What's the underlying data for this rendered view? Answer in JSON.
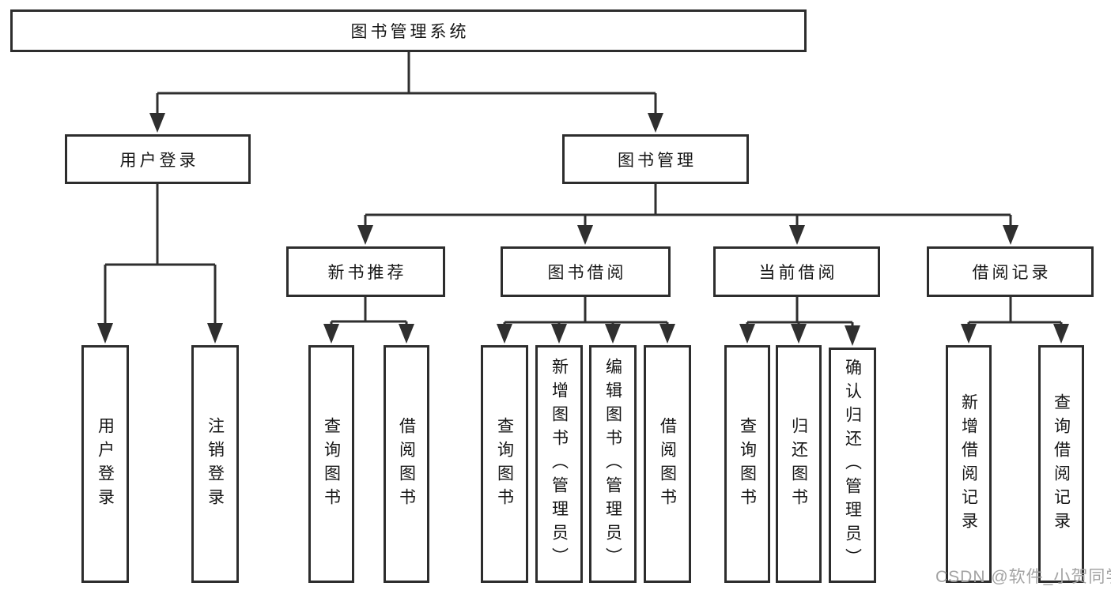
{
  "diagram": {
    "root": {
      "label": "图书管理系统"
    },
    "branches": [
      {
        "label": "用户登录",
        "children": [
          {
            "label": "用户登录"
          },
          {
            "label": "注销登录"
          }
        ]
      },
      {
        "label": "图书管理",
        "children": [
          {
            "label": "新书推荐",
            "children": [
              {
                "label": "查询图书"
              },
              {
                "label": "借阅图书"
              }
            ]
          },
          {
            "label": "图书借阅",
            "children": [
              {
                "label": "查询图书"
              },
              {
                "label": "新增图书（管理员）"
              },
              {
                "label": "编辑图书（管理员）"
              },
              {
                "label": "借阅图书"
              }
            ]
          },
          {
            "label": "当前借阅",
            "children": [
              {
                "label": "查询图书"
              },
              {
                "label": "归还图书"
              },
              {
                "label": "确认归还（管理员）"
              }
            ]
          },
          {
            "label": "借阅记录",
            "children": [
              {
                "label": "新增借阅记录"
              },
              {
                "label": "查询借阅记录"
              }
            ]
          }
        ]
      }
    ]
  },
  "watermark": {
    "text": "CSDN @软件_小贺同学"
  },
  "colors": {
    "line": "#2f2f2f",
    "border": "#2d2d2d",
    "text": "#161616",
    "watermark": "#a3a3a3",
    "background": "#ffffff"
  }
}
